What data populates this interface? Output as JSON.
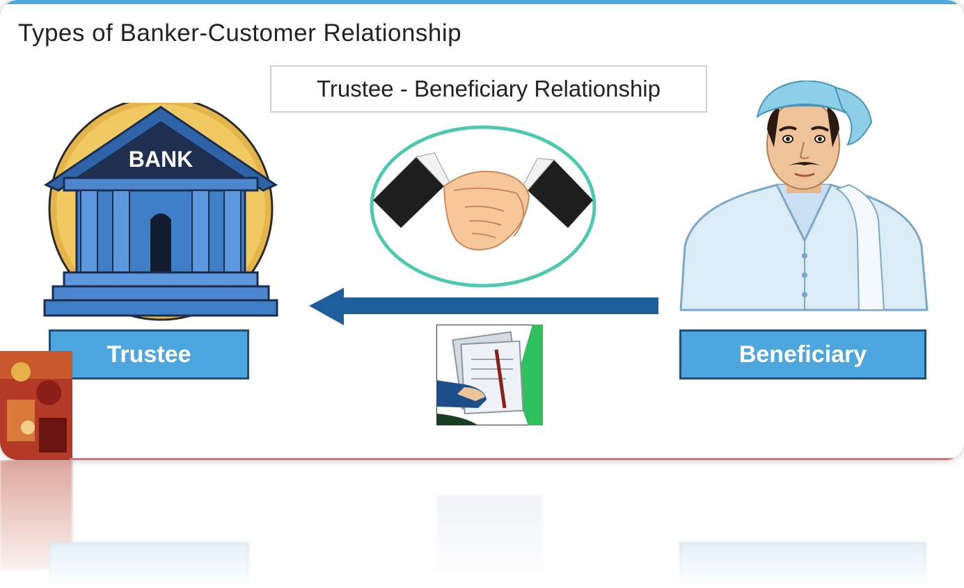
{
  "title": "Types of Banker-Customer Relationship",
  "relationship_type": "Trustee - Beneficiary Relationship",
  "bank_label": "BANK",
  "left_party": "Trustee",
  "right_party": "Beneficiary",
  "arrow_direction": "right-to-left",
  "colors": {
    "label_fill": "#4da6dd",
    "label_border": "#1e4f79",
    "arrow": "#1c5f9c",
    "handshake_ring": "#4ec9b0",
    "bank_body": "#3f7fc8",
    "bank_halo": "#e3b54b"
  },
  "icons": [
    "bank-icon",
    "handshake-icon",
    "arrow-left-icon",
    "beneficiary-person-icon",
    "document-signing-icon"
  ]
}
